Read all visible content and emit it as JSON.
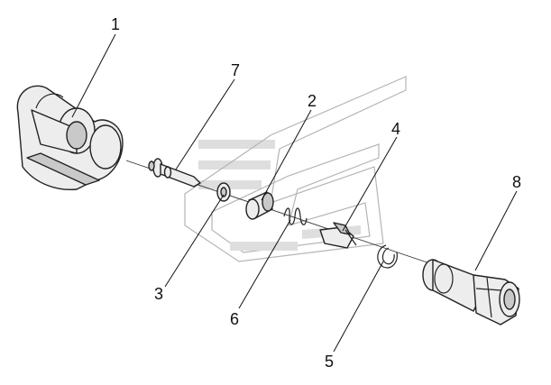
{
  "callouts": [
    {
      "id": "part-1",
      "label": "1"
    },
    {
      "id": "part-2",
      "label": "2"
    },
    {
      "id": "part-3",
      "label": "3"
    },
    {
      "id": "part-4",
      "label": "4"
    },
    {
      "id": "part-5",
      "label": "5"
    },
    {
      "id": "part-6",
      "label": "6"
    },
    {
      "id": "part-7",
      "label": "7"
    },
    {
      "id": "part-8",
      "label": "8"
    }
  ],
  "colors": {
    "line": "#222222",
    "part_fill": "#ededed",
    "part_shade": "#c9c9c9",
    "watermark": "#dedede"
  }
}
